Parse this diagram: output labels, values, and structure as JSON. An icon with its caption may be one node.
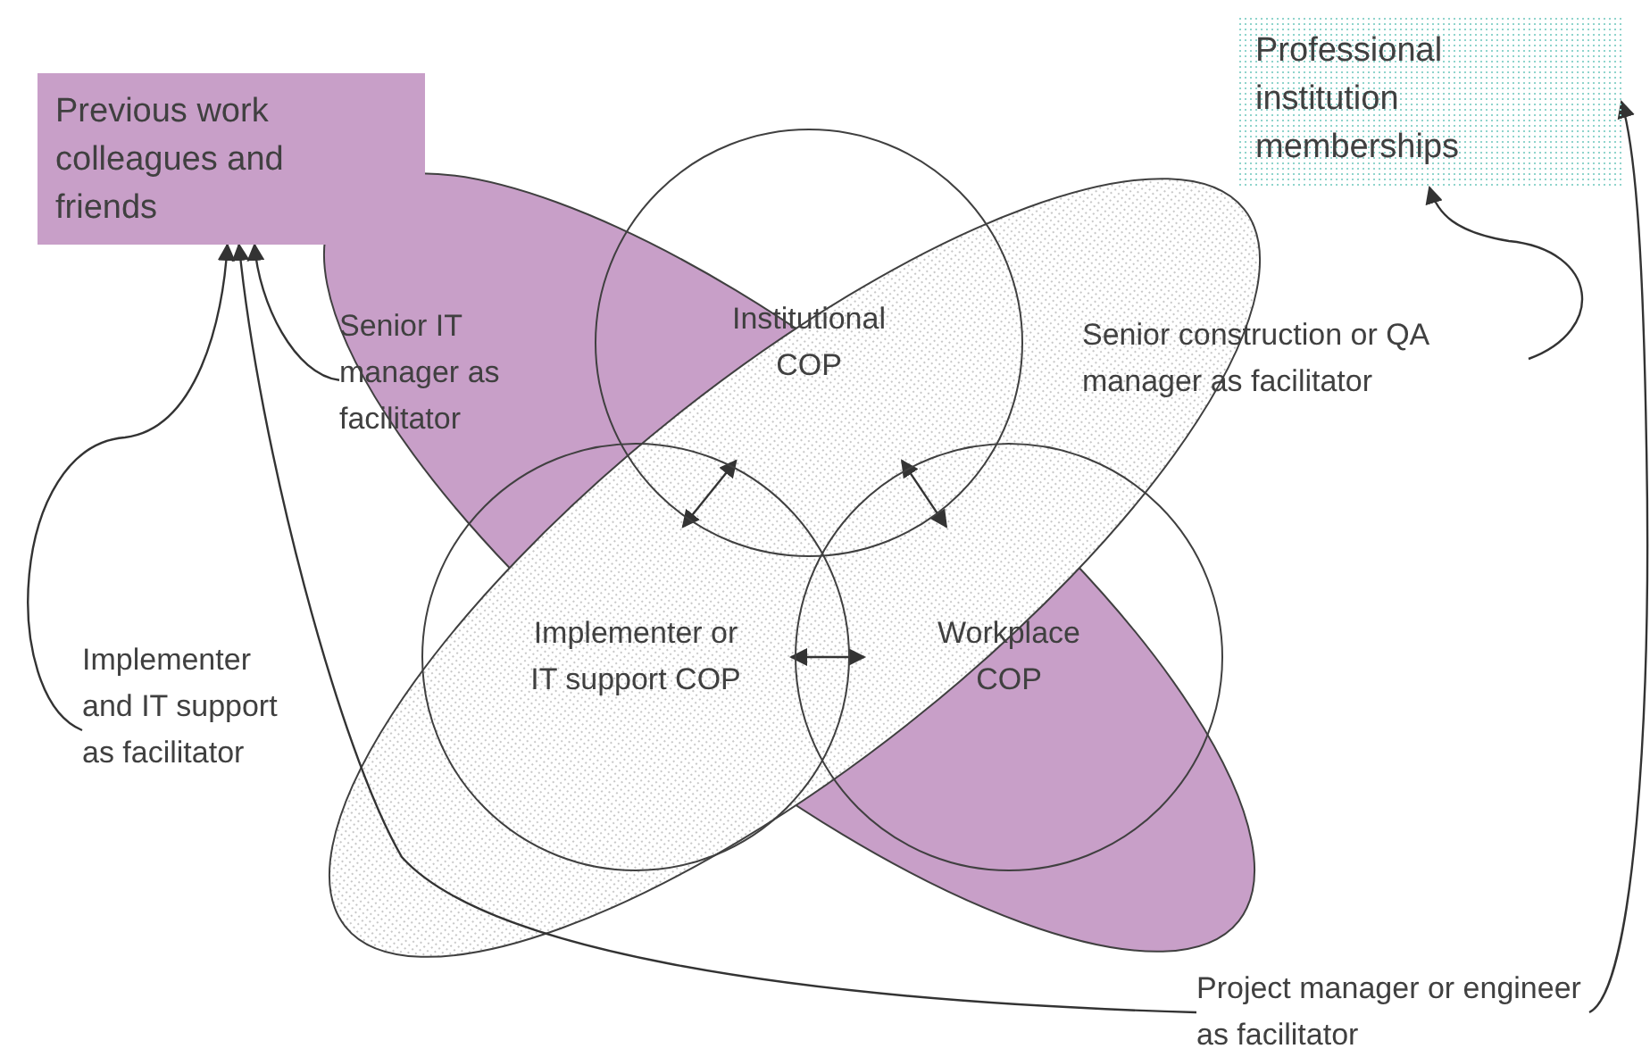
{
  "diagram": {
    "nodes": [
      {
        "text": [
          "Previous work colleagues and friends"
        ]
      },
      {
        "text": [
          "Professional institution memberships"
        ]
      },
      {
        "text": [
          "Institutional COP"
        ]
      },
      {
        "text": [
          "Implementer or IT support COP"
        ]
      },
      {
        "text": [
          "Workplace COP"
        ]
      },
      {
        "text": [
          "Senior IT manager as facilitator"
        ]
      },
      {
        "text": [
          "Senior construction or QA manager as facilitator"
        ]
      },
      {
        "text": [
          "Implementer and IT support as facilitator"
        ]
      },
      {
        "text": [
          "Project manager or engineer as facilitator"
        ]
      }
    ],
    "edges": [
      {
        "from": 5,
        "to": 0,
        "arrow": "to"
      },
      {
        "from": 7,
        "to": 0,
        "arrow": "to"
      },
      {
        "from": 8,
        "to": 0,
        "arrow": "to"
      },
      {
        "from": 6,
        "to": 1,
        "arrow": "to"
      },
      {
        "from": 8,
        "to": 1,
        "arrow": "to"
      },
      {
        "from": 3,
        "to": 2,
        "arrow": "both"
      },
      {
        "from": 2,
        "to": 4,
        "arrow": "both"
      },
      {
        "from": 3,
        "to": 4,
        "arrow": "both"
      }
    ]
  }
}
